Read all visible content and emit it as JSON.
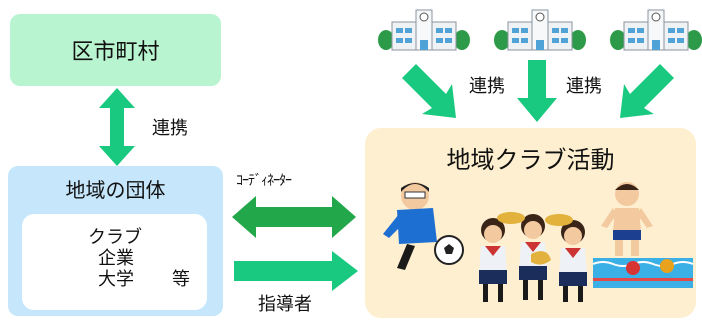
{
  "municipality": {
    "label": "区市町村"
  },
  "local_group": {
    "title": "地域の団体",
    "members": [
      "クラブ",
      "企業",
      "大学",
      "等"
    ]
  },
  "activity": {
    "title": "地域クラブ活動"
  },
  "links": {
    "municipality_group": "連携",
    "schools_left": "連携",
    "schools_right": "連携",
    "coordinator": "ｺｰﾃﾞｨﾈｰﾀｰ",
    "instructor": "指導者"
  },
  "colors": {
    "arrow": "#19c97f",
    "arrow_coordinator": "#22a84a",
    "municipality_box": "#b9f4d0",
    "group_box": "#c6e7fb",
    "activity_box": "#fdefcf"
  },
  "icons": [
    "school-icon",
    "school-icon",
    "school-icon",
    "soccer-player-icon",
    "brass-band-icon",
    "swimmer-icon"
  ]
}
